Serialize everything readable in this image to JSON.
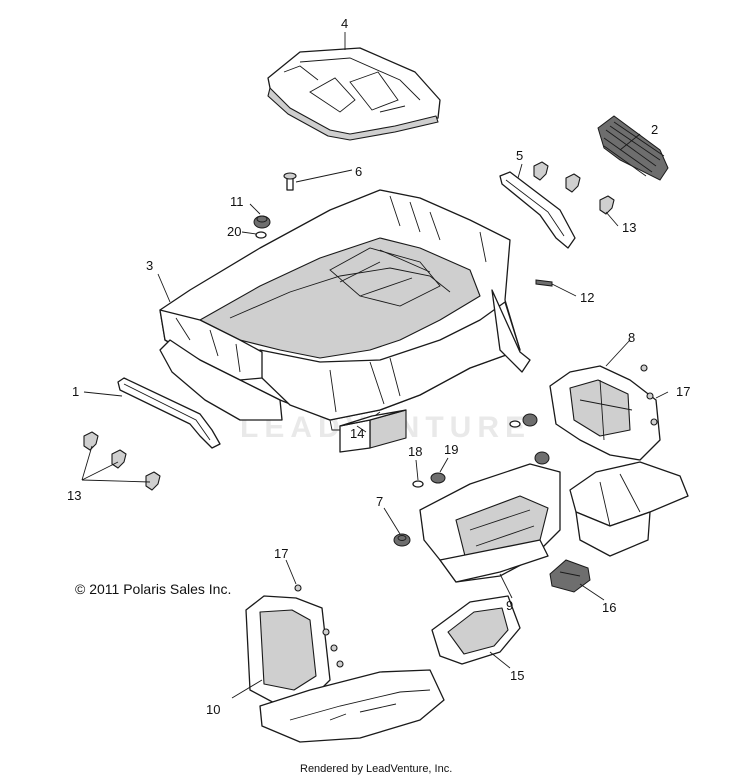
{
  "diagram": {
    "callouts": [
      {
        "id": "c4",
        "label": "4"
      },
      {
        "id": "c2",
        "label": "2"
      },
      {
        "id": "c5",
        "label": "5"
      },
      {
        "id": "c6",
        "label": "6"
      },
      {
        "id": "c11",
        "label": "11"
      },
      {
        "id": "c20",
        "label": "20"
      },
      {
        "id": "c13a",
        "label": "13"
      },
      {
        "id": "c3",
        "label": "3"
      },
      {
        "id": "c12",
        "label": "12"
      },
      {
        "id": "c8",
        "label": "8"
      },
      {
        "id": "c17a",
        "label": "17"
      },
      {
        "id": "c1",
        "label": "1"
      },
      {
        "id": "c18",
        "label": "18"
      },
      {
        "id": "c19",
        "label": "19"
      },
      {
        "id": "c14",
        "label": "14"
      },
      {
        "id": "c13b",
        "label": "13"
      },
      {
        "id": "c7",
        "label": "7"
      },
      {
        "id": "c9",
        "label": "9"
      },
      {
        "id": "c16",
        "label": "16"
      },
      {
        "id": "c17b",
        "label": "17"
      },
      {
        "id": "c15",
        "label": "15"
      },
      {
        "id": "c10",
        "label": "10"
      }
    ],
    "copyright": "© 2011 Polaris Sales Inc.",
    "footer": "Rendered by LeadVenture, Inc.",
    "watermark": "LEADVENTURE"
  }
}
